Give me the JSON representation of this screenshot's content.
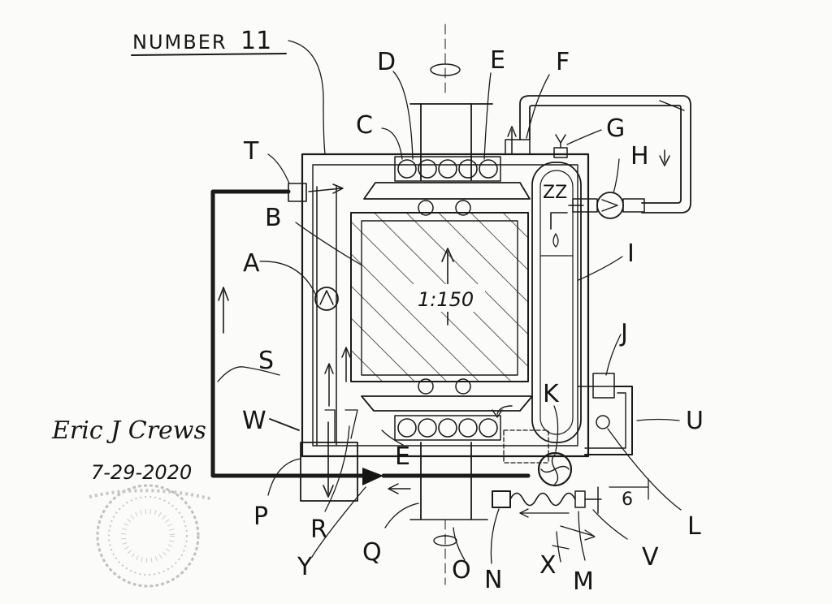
{
  "title": {
    "prefix": "NUMBER",
    "number": "11"
  },
  "ratio": "1:150",
  "labels": {
    "A": "A",
    "B": "B",
    "C": "C",
    "D": "D",
    "E_top": "E",
    "E_bottom": "E",
    "F": "F",
    "G": "G",
    "H": "H",
    "I": "I",
    "J": "J",
    "K": "K",
    "L": "L",
    "M": "M",
    "N": "N",
    "O": "O",
    "P": "P",
    "Q": "Q",
    "R": "R",
    "S": "S",
    "T": "T",
    "U": "U",
    "V": "V",
    "W": "W",
    "X": "X",
    "Y": "Y"
  },
  "small_marks": {
    "zz": "ZZ",
    "six": "6"
  },
  "signature": {
    "name": "Eric J Crews",
    "date": "7-29-2020"
  },
  "colors": {
    "ink": "#1a1a1a",
    "paper": "#fbfbf9",
    "hatch": "#333333"
  }
}
